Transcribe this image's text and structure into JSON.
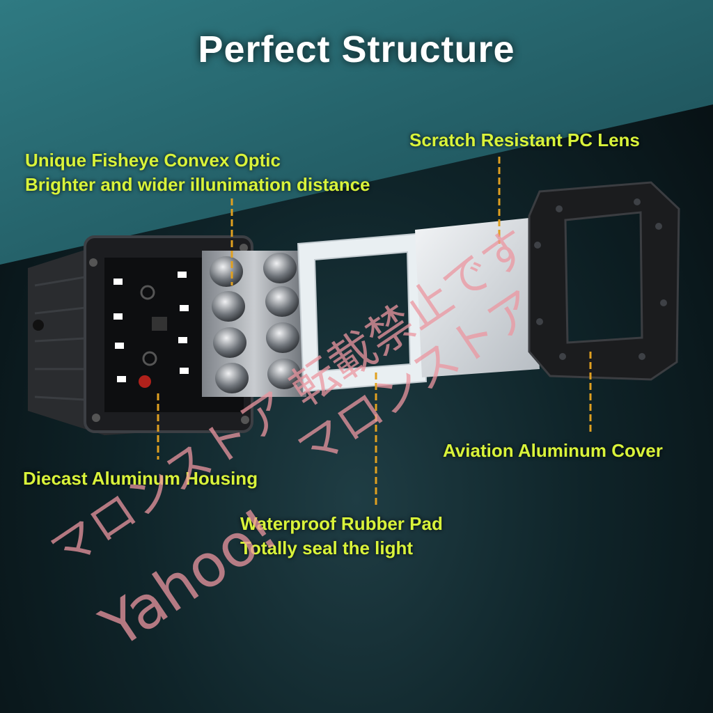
{
  "title": "Perfect Structure",
  "colors": {
    "label": "#d9f33a",
    "leader": "#e0a020",
    "watermark": "#ec96a0",
    "top_band": "#2b6b72"
  },
  "labels": {
    "optic": {
      "line1": "Unique Fisheye Convex Optic",
      "line2": "Brighter and wider illunimation distance"
    },
    "lens": "Scratch Resistant PC Lens",
    "housing": "Diecast Aluminum Housing",
    "rubber": {
      "line1": "Waterproof Rubber Pad",
      "line2": "Totally seal the light"
    },
    "cover": "Aviation Aluminum Cover"
  },
  "watermark": {
    "line1": "マロンストア 転載禁止です",
    "line2": "マロンストア",
    "line3": "Yahoo!"
  }
}
